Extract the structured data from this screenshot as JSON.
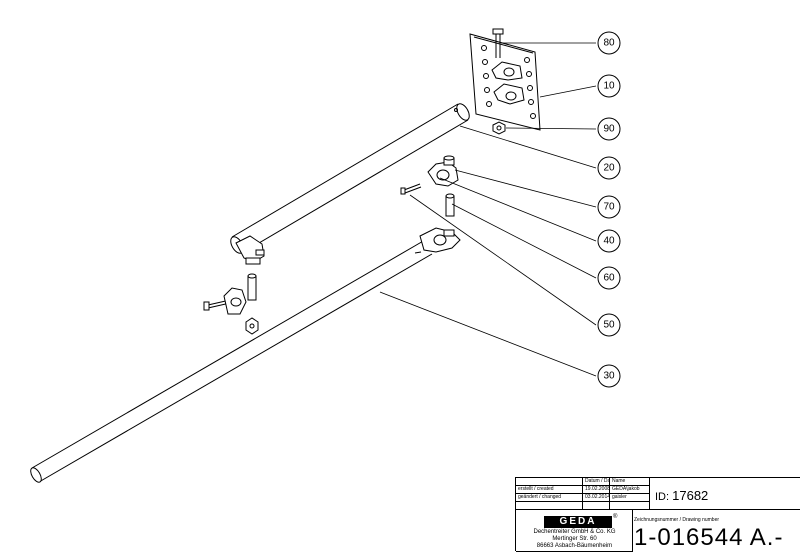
{
  "callouts": [
    {
      "id": "c80",
      "label": "80"
    },
    {
      "id": "c10",
      "label": "10"
    },
    {
      "id": "c90",
      "label": "90"
    },
    {
      "id": "c20",
      "label": "20"
    },
    {
      "id": "c70",
      "label": "70"
    },
    {
      "id": "c40",
      "label": "40"
    },
    {
      "id": "c60",
      "label": "60"
    },
    {
      "id": "c50",
      "label": "50"
    },
    {
      "id": "c30",
      "label": "30"
    }
  ],
  "title_block": {
    "date_header": "Datum / Date",
    "name_header": "Name",
    "created_label": "erstellt / created",
    "created_date": "19.02.2008",
    "created_name": "GEDA\\jakob",
    "changed_label": "geändert / changed",
    "changed_date": "03.02.2014",
    "changed_name": "gaisler",
    "id_label": "ID:",
    "id_value": "17682",
    "drawing_number_label": "Zeichnungsnummer / Drawing number",
    "drawing_number": "1-016544 A.-",
    "logo_text": "GEDA",
    "logo_reg": "®",
    "company": "Dechentreiter GmbH & Co. KG",
    "street": "Mertinger Str. 60",
    "city": "86663 Asbach-Bäumenheim"
  }
}
